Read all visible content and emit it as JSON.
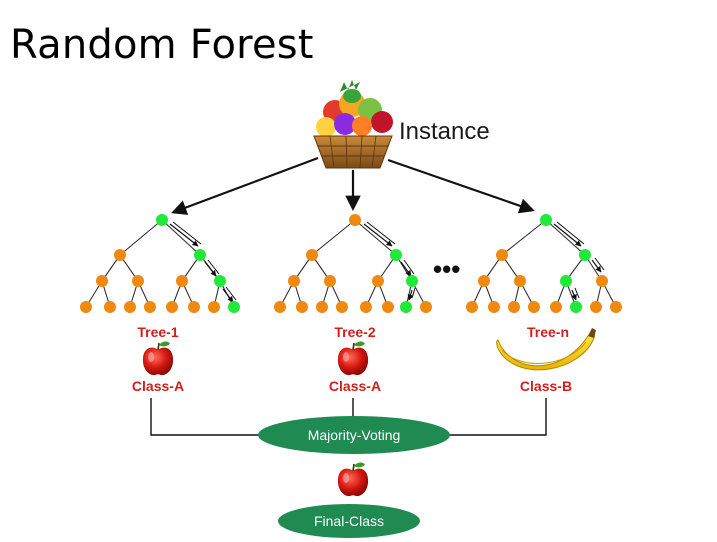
{
  "title": "Random Forest",
  "instance_label": "Instance",
  "ellipsis": "•••",
  "trees": [
    {
      "label": "Tree-1",
      "class": "Class-A",
      "result_icon": "apple-icon"
    },
    {
      "label": "Tree-2",
      "class": "Class-A",
      "result_icon": "apple-icon"
    },
    {
      "label": "Tree-n",
      "class": "Class-B",
      "result_icon": "banana-icon"
    }
  ],
  "voting_label": "Majority-Voting",
  "final_label": "Final-Class",
  "final_icon": "apple-icon",
  "instance_icon": "fruit-basket-icon",
  "colors": {
    "node_default": "#f0890f",
    "node_path": "#22e83a",
    "label_red": "#d11f1f",
    "pill_green": "#1f8a52",
    "edge": "#111111"
  }
}
